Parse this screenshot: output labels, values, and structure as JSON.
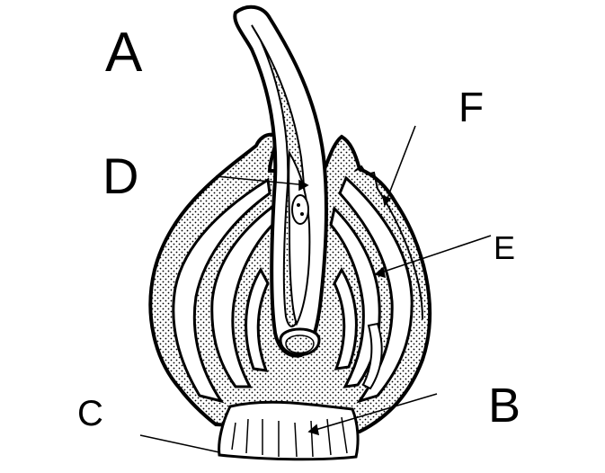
{
  "diagram": {
    "labels": {
      "a": "A",
      "b": "B",
      "c": "C",
      "d": "D",
      "e": "E",
      "f": "F"
    },
    "colors": {
      "line": "#000000",
      "fill": "#ffffff",
      "stipple": "#000000"
    }
  }
}
